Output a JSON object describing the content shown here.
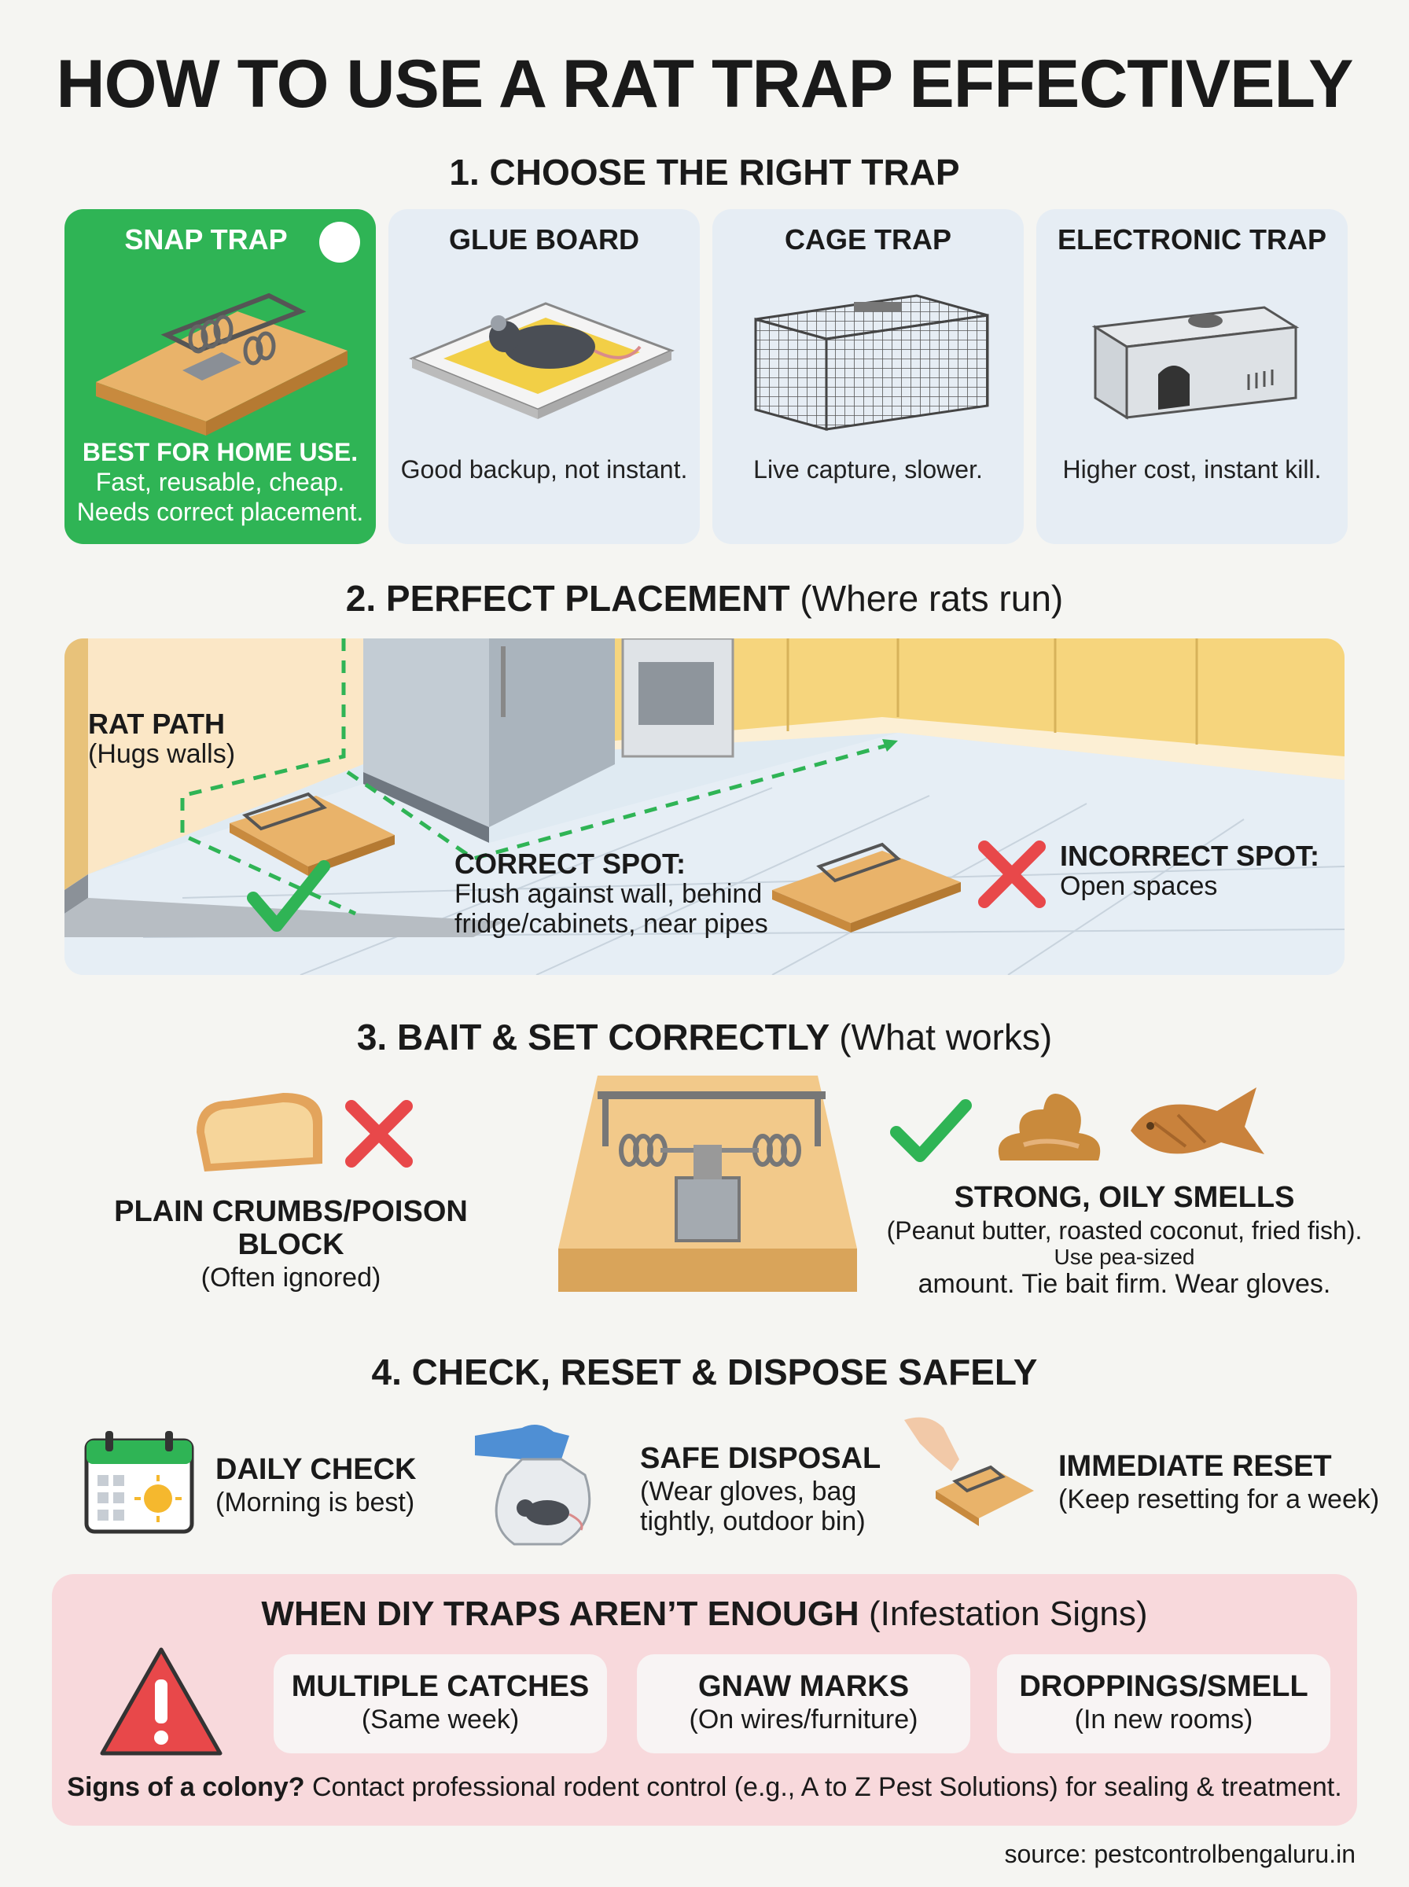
{
  "title": "HOW TO USE A RAT TRAP EFFECTIVELY",
  "section1": {
    "heading": "1. CHOOSE THE RIGHT TRAP",
    "cards": [
      {
        "title": "SNAP TRAP",
        "lead": "BEST FOR HOME USE.",
        "desc1": "Fast, reusable, cheap.",
        "desc2": "Needs correct placement.",
        "icon": "snap-trap-icon"
      },
      {
        "title": "GLUE BOARD",
        "desc": "Good backup, not instant.",
        "icon": "glue-board-icon"
      },
      {
        "title": "CAGE TRAP",
        "desc": "Live capture, slower.",
        "icon": "cage-trap-icon"
      },
      {
        "title": "ELECTRONIC TRAP",
        "desc": "Higher cost, instant kill.",
        "icon": "electronic-trap-icon"
      }
    ]
  },
  "section2": {
    "heading": "2. PERFECT PLACEMENT",
    "heading_sub": "(Where rats run)",
    "rat_path_title": "RAT PATH",
    "rat_path_sub": "(Hugs walls)",
    "correct_title": "CORRECT SPOT:",
    "correct_line1": "Flush against wall, behind",
    "correct_line2": "fridge/cabinets, near pipes",
    "incorrect_title": "INCORRECT SPOT:",
    "incorrect_desc": "Open spaces"
  },
  "section3": {
    "heading": "3. BAIT & SET CORRECTLY",
    "heading_sub": "(What works)",
    "bad_title": "PLAIN CRUMBS/POISON BLOCK",
    "bad_sub": "(Often ignored)",
    "good_title": "STRONG, OILY SMELLS",
    "good_line1": "(Peanut butter, roasted coconut, fried fish).",
    "good_line2": "Use pea-sized",
    "good_line3": "amount. Tie bait firm. Wear gloves."
  },
  "section4": {
    "heading": "4. CHECK, RESET & DISPOSE SAFELY",
    "steps": [
      {
        "title": "DAILY CHECK",
        "line1": "(Morning is best)",
        "icon": "calendar-sun-icon"
      },
      {
        "title": "SAFE DISPOSAL",
        "line1": "(Wear gloves, bag",
        "line2": "tightly, outdoor bin)",
        "icon": "glove-bag-icon"
      },
      {
        "title": "IMMEDIATE RESET",
        "line1": "(Keep resetting for a week)",
        "icon": "hand-reset-icon"
      }
    ]
  },
  "warning": {
    "heading": "WHEN DIY TRAPS AREN’T ENOUGH",
    "heading_sub": "(Infestation Signs)",
    "signs": [
      {
        "title": "MULTIPLE CATCHES",
        "sub": "(Same week)"
      },
      {
        "title": "GNAW MARKS",
        "sub": "(On wires/furniture)"
      },
      {
        "title": "DROPPINGS/SMELL",
        "sub": "(In new rooms)"
      }
    ],
    "footer_bold": "Signs of a colony?",
    "footer_rest": " Contact professional rodent control (e.g., A to Z Pest Solutions) for sealing & treatment."
  },
  "source": "source: pestcontrolbengaluru.in",
  "colors": {
    "green": "#2fb455",
    "red": "#e8484a",
    "pink": "#f8d9dc",
    "card": "#e6edf4"
  }
}
